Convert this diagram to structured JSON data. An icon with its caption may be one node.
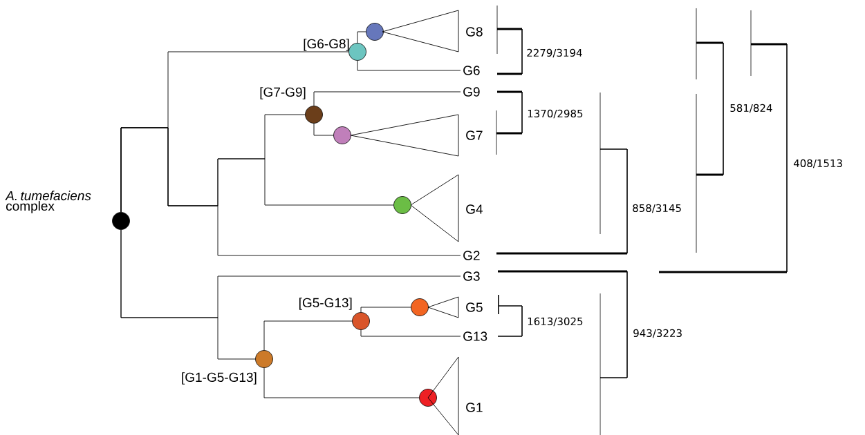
{
  "diagram": {
    "nodes": [
      {
        "text": [],
        "shape": "circle",
        "beside": [
          "[G6-G8]"
        ]
      },
      {
        "text": [],
        "shape": "circle"
      },
      {
        "text": [
          "G8"
        ]
      },
      {
        "text": [
          "G6"
        ]
      },
      {
        "text": [],
        "shape": "circle",
        "beside": [
          "[G7-G9]"
        ]
      },
      {
        "text": [
          "G9"
        ]
      },
      {
        "text": [],
        "shape": "circle"
      },
      {
        "text": [
          "G7"
        ]
      },
      {
        "text": [],
        "shape": "circle",
        "beside": [
          "*A. tumefaciens* complex"
        ]
      },
      {
        "text": [],
        "shape": "circle"
      },
      {
        "text": [
          "G4"
        ]
      },
      {
        "text": [
          "G2"
        ]
      },
      {
        "text": [
          "G3"
        ]
      },
      {
        "text": [],
        "shape": "circle",
        "beside": [
          "[G5-G13]"
        ]
      },
      {
        "text": [],
        "shape": "circle"
      },
      {
        "text": [
          "G5"
        ]
      },
      {
        "text": [
          "G13"
        ]
      },
      {
        "text": [],
        "shape": "circle",
        "beside": [
          "[G1-G5-G13]"
        ]
      },
      {
        "text": [],
        "shape": "circle"
      },
      {
        "text": [
          "G1"
        ]
      }
    ],
    "edges": [
      {
        "from": 8,
        "to": 0,
        "arrow": "none"
      },
      {
        "from": 8,
        "to": 4,
        "arrow": "none"
      },
      {
        "from": 8,
        "to": 9,
        "arrow": "none"
      },
      {
        "from": 8,
        "to": 11,
        "arrow": "none"
      },
      {
        "from": 8,
        "to": 12,
        "arrow": "none"
      },
      {
        "from": 8,
        "to": 17,
        "arrow": "none"
      },
      {
        "from": 0,
        "to": 1,
        "arrow": "none"
      },
      {
        "from": 0,
        "to": 3,
        "arrow": "none"
      },
      {
        "from": 4,
        "to": 5,
        "arrow": "none"
      },
      {
        "from": 4,
        "to": 6,
        "arrow": "none"
      },
      {
        "from": 17,
        "to": 13,
        "arrow": "none"
      },
      {
        "from": 17,
        "to": 18,
        "arrow": "none"
      },
      {
        "from": 13,
        "to": 14,
        "arrow": "none"
      },
      {
        "from": 13,
        "to": 16,
        "arrow": "none"
      }
    ],
    "labels": [
      "2279/3194",
      "1370/2985",
      "581/824",
      "408/1513",
      "858/3145",
      "1613/3025",
      "943/3223"
    ]
  }
}
